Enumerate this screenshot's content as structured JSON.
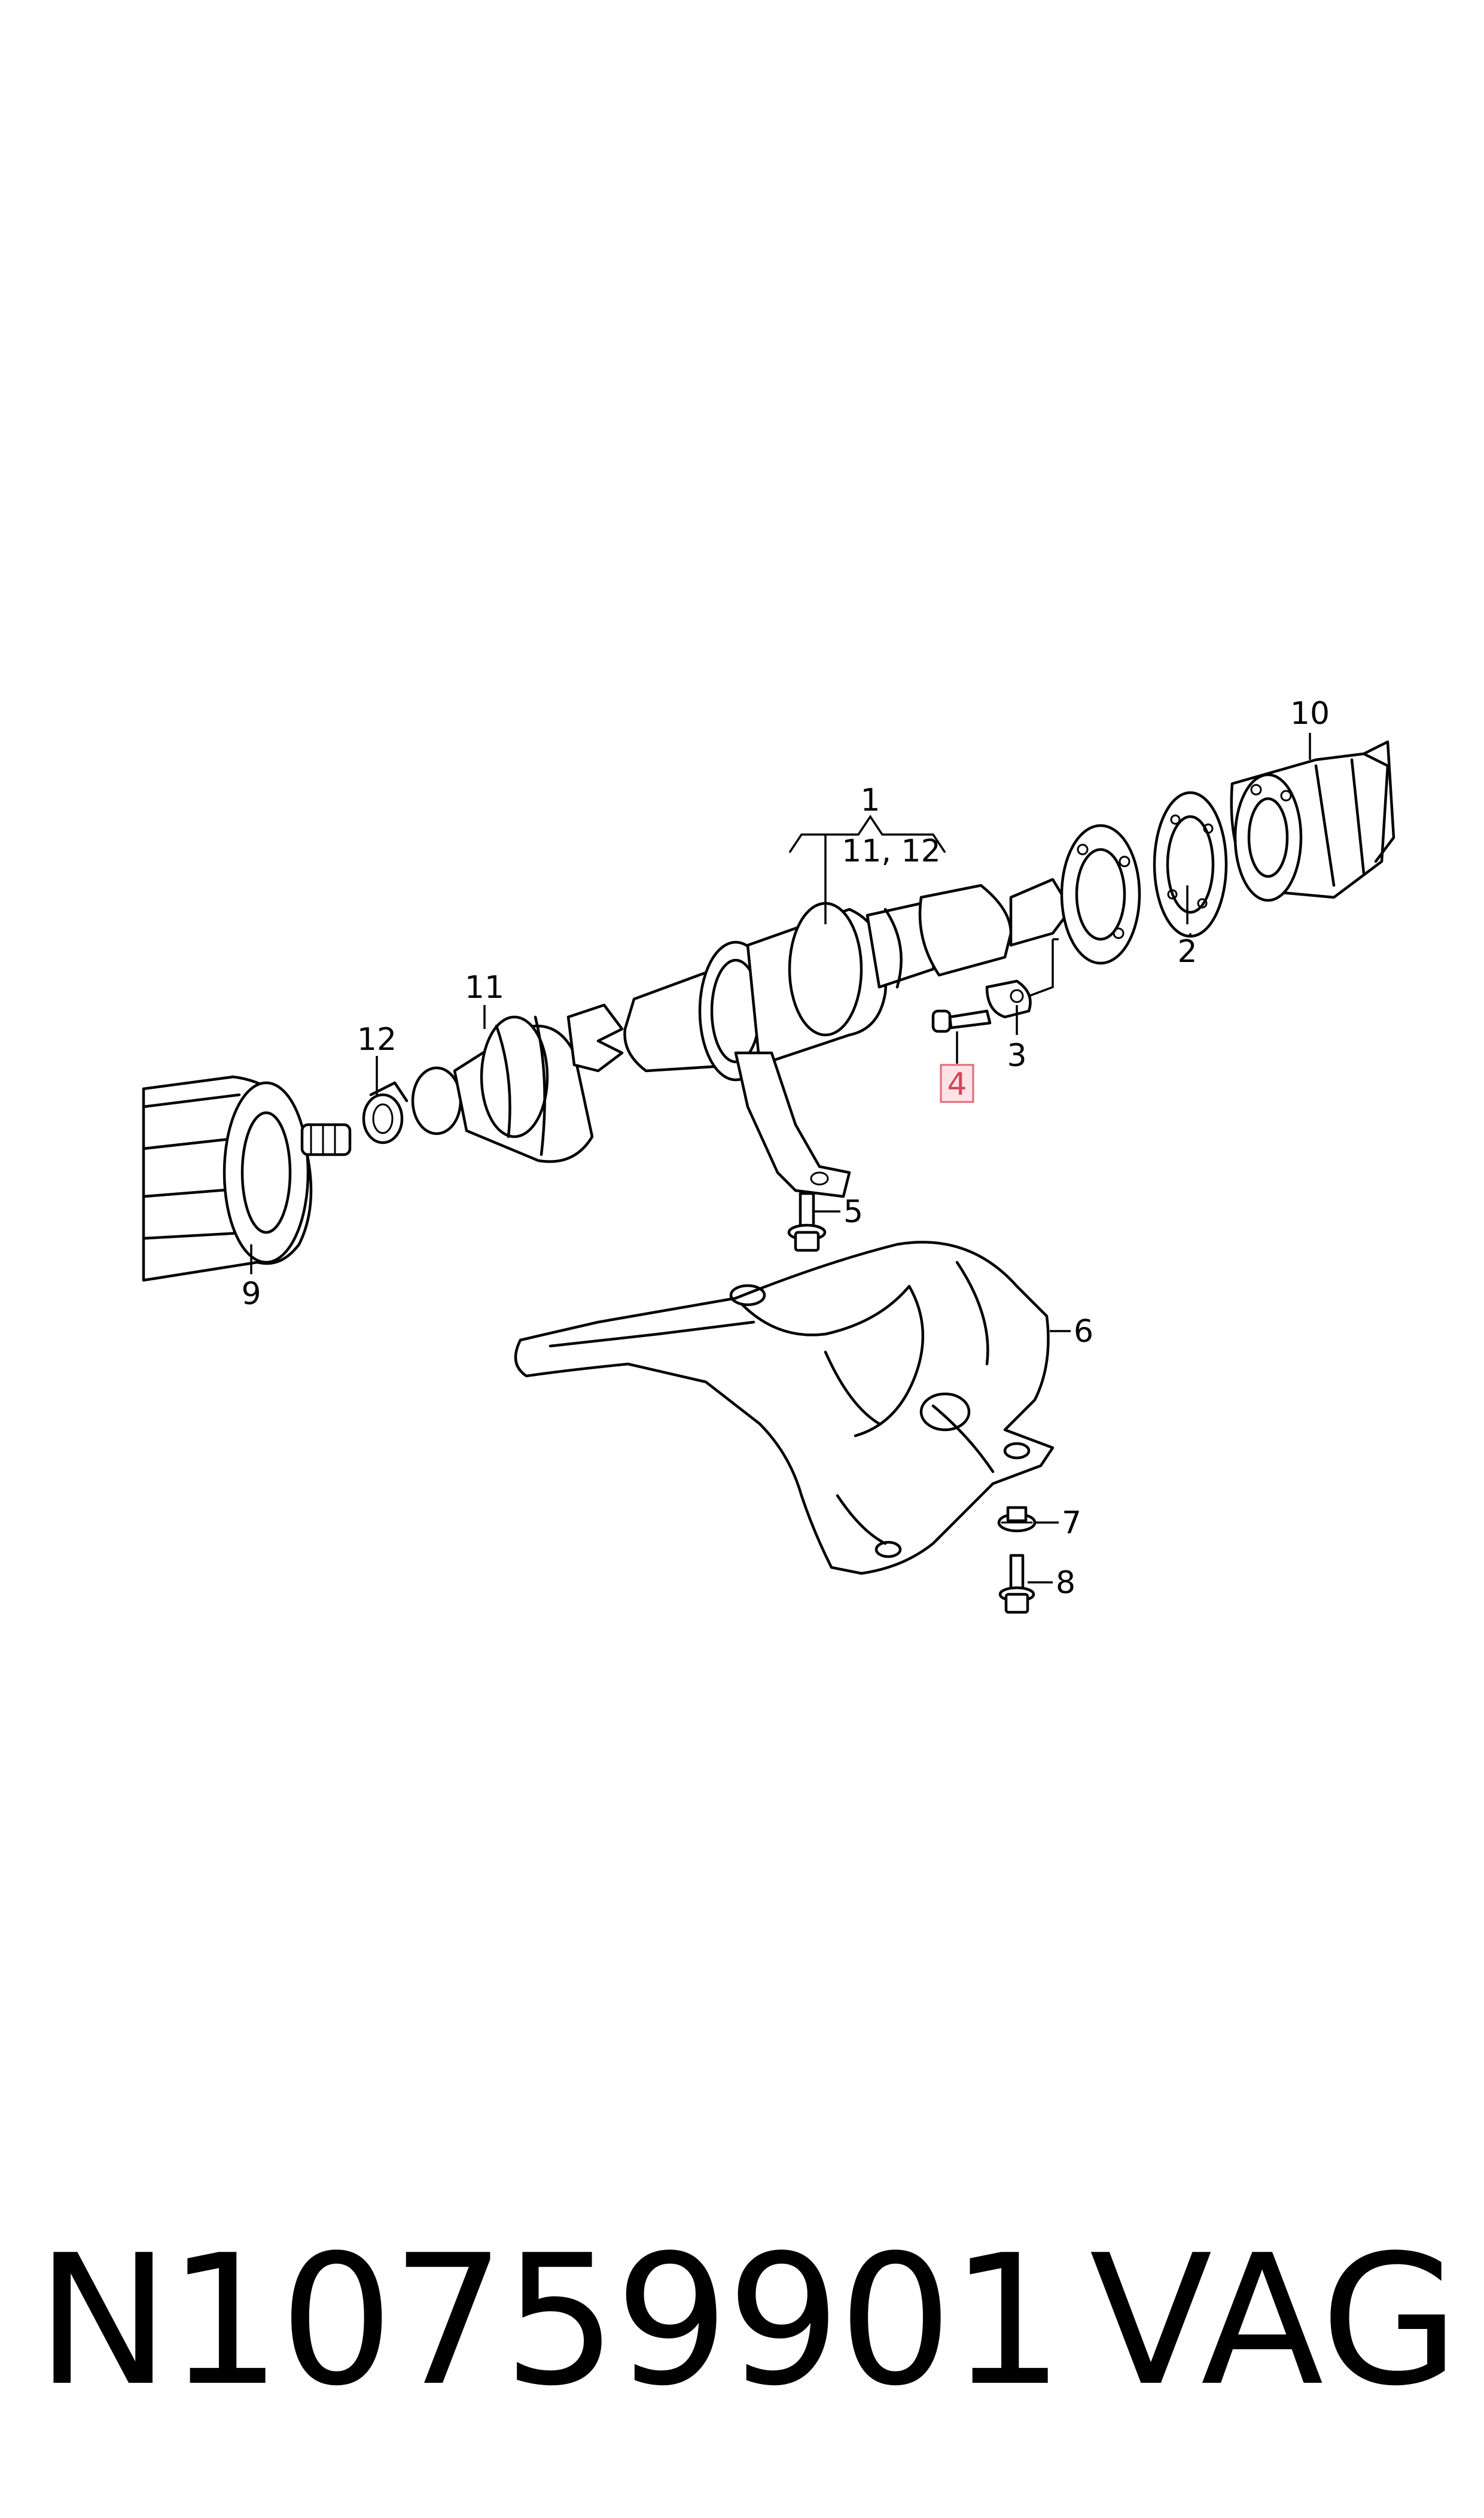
{
  "callouts": {
    "c1": "1",
    "c1_sub": "11, 12",
    "c2": "2",
    "c3": "3",
    "c4": "4",
    "c5": "5",
    "c6": "6",
    "c7": "7",
    "c8": "8",
    "c9": "9",
    "c10": "10",
    "c11": "11",
    "c12": "12"
  },
  "highlighted_callout": "4",
  "highlight_color": "#e06b7a",
  "footer": {
    "part_number": "N10759901",
    "brand": "VAG"
  }
}
